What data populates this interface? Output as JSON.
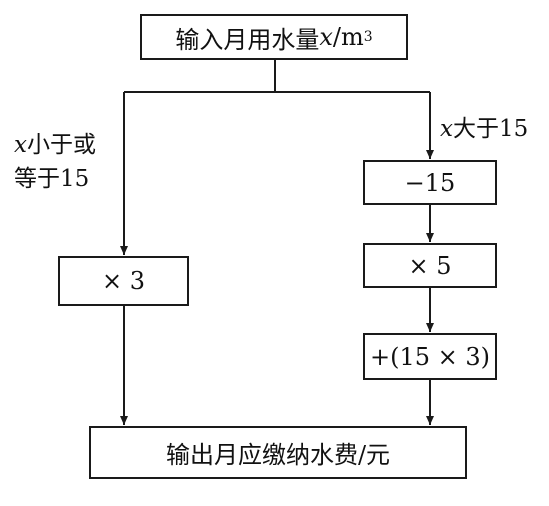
{
  "input_box": {
    "prefix": "输入月用水量",
    "var": "x",
    "unit": "/m",
    "sup": "3"
  },
  "left_condition": {
    "var": "x",
    "line1": "小于或",
    "line2": "等于15"
  },
  "right_condition": {
    "var": "x",
    "text": "大于15"
  },
  "left_steps": [
    "× 3"
  ],
  "right_steps": [
    "−15",
    "× 5",
    "+(15 × 3)"
  ],
  "output_box": {
    "text": "输出月应缴纳水费/元"
  }
}
